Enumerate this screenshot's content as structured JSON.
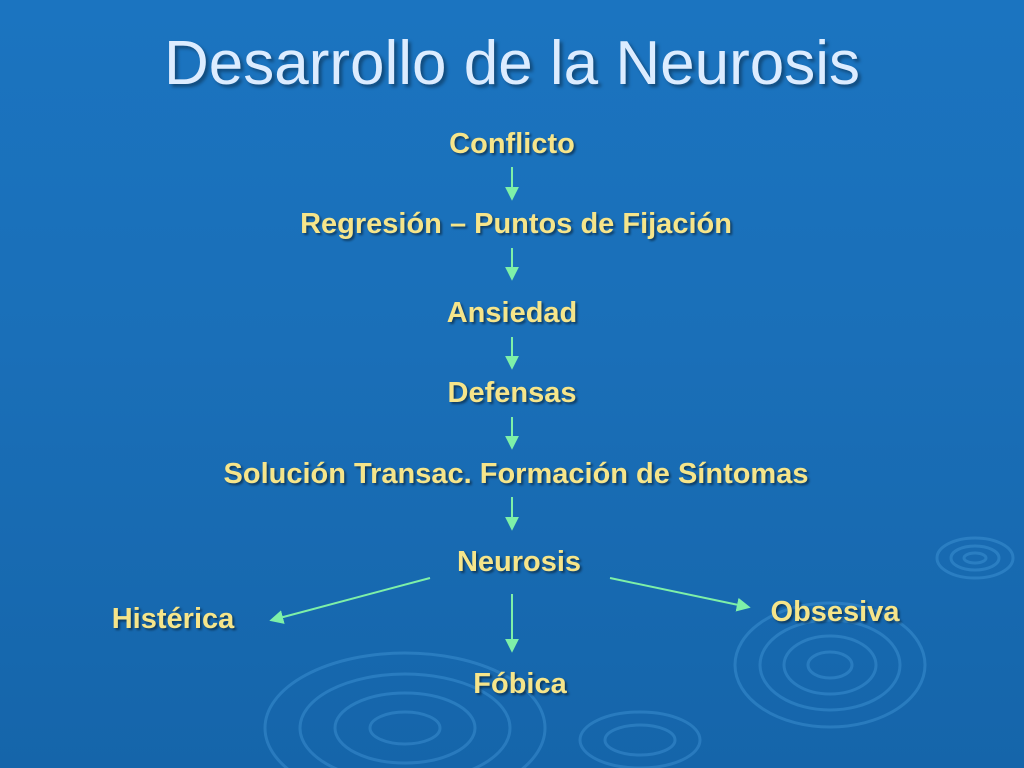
{
  "slide": {
    "title": "Desarrollo de la Neurosis",
    "nodes": {
      "conflicto": "Conflicto",
      "regresion": "Regresión – Puntos de Fijación",
      "ansiedad": "Ansiedad",
      "defensas": "Defensas",
      "solucion": "Solución Transac. Formación de Síntomas",
      "neurosis": "Neurosis",
      "histerica": "Histérica",
      "obsesiva": "Obsesiva",
      "fobica": "Fóbica"
    }
  },
  "colors": {
    "background": "#1a6fb8",
    "title_text": "#dcecff",
    "node_text": "#f6e58a",
    "arrow": "#7ef0a8"
  }
}
